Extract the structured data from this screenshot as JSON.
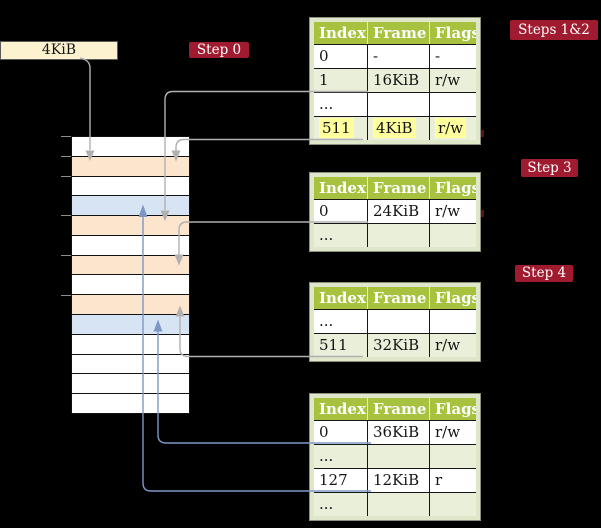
{
  "frame_box": {
    "label": "4KiB"
  },
  "steps": {
    "step0": "Step 0",
    "steps12": "Steps 1&2",
    "step3": "Step 3",
    "step4": "Step 4"
  },
  "memory": {
    "rows": [
      "white",
      "orange",
      "white",
      "blue",
      "orange",
      "white",
      "orange",
      "white",
      "orange",
      "blue",
      "white",
      "white",
      "white",
      "white"
    ],
    "ticks_at_rows": [
      1,
      2,
      3,
      5,
      7,
      9
    ]
  },
  "tables": [
    {
      "name": "page-table-steps-1-2",
      "headers": [
        "Index",
        "Frame",
        "Flags"
      ],
      "rows": [
        {
          "cells": [
            "0",
            "-",
            "-"
          ],
          "shaded": false,
          "highlight": false
        },
        {
          "cells": [
            "1",
            "16KiB",
            "r/w"
          ],
          "shaded": true,
          "highlight": false
        },
        {
          "cells": [
            "...",
            "",
            ""
          ],
          "shaded": false,
          "highlight": false
        },
        {
          "cells": [
            "511",
            "4KiB",
            "r/w"
          ],
          "shaded": true,
          "highlight": true
        }
      ]
    },
    {
      "name": "page-table-step-3",
      "headers": [
        "Index",
        "Frame",
        "Flags"
      ],
      "rows": [
        {
          "cells": [
            "0",
            "24KiB",
            "r/w"
          ],
          "shaded": false,
          "highlight": false
        },
        {
          "cells": [
            "...",
            "",
            ""
          ],
          "shaded": true,
          "highlight": false
        }
      ]
    },
    {
      "name": "page-table-step-4",
      "headers": [
        "Index",
        "Frame",
        "Flags"
      ],
      "rows": [
        {
          "cells": [
            "...",
            "",
            ""
          ],
          "shaded": false,
          "highlight": false
        },
        {
          "cells": [
            "511",
            "32KiB",
            "r/w"
          ],
          "shaded": true,
          "highlight": false
        }
      ]
    },
    {
      "name": "page-table-final",
      "headers": [
        "Index",
        "Frame",
        "Flags"
      ],
      "rows": [
        {
          "cells": [
            "0",
            "36KiB",
            "r/w"
          ],
          "shaded": false,
          "highlight": false
        },
        {
          "cells": [
            "...",
            "",
            ""
          ],
          "shaded": true,
          "highlight": false
        },
        {
          "cells": [
            "127",
            "12KiB",
            "r"
          ],
          "shaded": false,
          "highlight": false
        },
        {
          "cells": [
            "...",
            "",
            ""
          ],
          "shaded": true,
          "highlight": false
        }
      ]
    }
  ],
  "colors": {
    "label_bg": "#a11b30",
    "header_bg": "#a6c23f",
    "row_shade": "#e9efd9",
    "mem_orange": "#fce5cd",
    "mem_blue": "#d7e4f4",
    "highlight": "#ffff9e",
    "frame_box_bg": "#fcf2cf",
    "connector_gray": "#b0b0b0",
    "connector_blue": "#7d98c6"
  }
}
